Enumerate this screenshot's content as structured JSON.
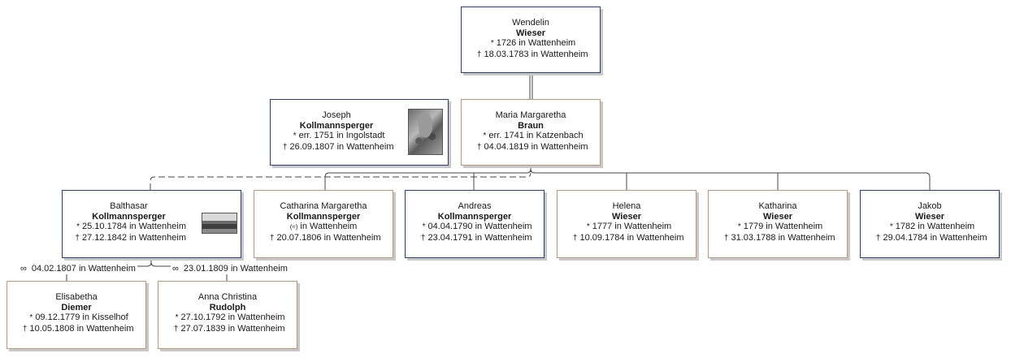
{
  "symbols": {
    "birth": "*",
    "death": "†",
    "baptism": "(≈)",
    "marriage": "∞"
  },
  "people": {
    "wendelin": {
      "given": "Wendelin",
      "surname": "Wieser",
      "birth": "1726 in Wattenheim",
      "death": "18.03.1783 in Wattenheim"
    },
    "joseph": {
      "given": "Joseph",
      "surname": "Kollmannsperger",
      "birth": "err. 1751 in Ingolstadt",
      "death": "26.09.1807 in Wattenheim"
    },
    "maria_margaretha": {
      "given": "Maria Margaretha",
      "surname": "Braun",
      "birth": "err. 1741 in Katzenbach",
      "death": "04.04.1819 in Wattenheim"
    },
    "balthasar": {
      "given": "Balthasar",
      "surname": "Kollmannsperger",
      "birth": "25.10.1784 in Wattenheim",
      "death": "27.12.1842 in Wattenheim"
    },
    "catharina_margaretha": {
      "given": "Catharina Margaretha",
      "surname": "Kollmannsperger",
      "baptism": "in Wattenheim",
      "death": "20.07.1806 in Wattenheim"
    },
    "andreas": {
      "given": "Andreas",
      "surname": "Kollmannsperger",
      "birth": "04.04.1790 in Wattenheim",
      "death": "23.04.1791 in Wattenheim"
    },
    "helena": {
      "given": "Helena",
      "surname": "Wieser",
      "birth": "1777 in Wattenheim",
      "death": "10.09.1784 in Wattenheim"
    },
    "katharina": {
      "given": "Katharina",
      "surname": "Wieser",
      "birth": "1779 in Wattenheim",
      "death": "31.03.1788 in Wattenheim"
    },
    "jakob": {
      "given": "Jakob",
      "surname": "Wieser",
      "birth": "1782 in Wattenheim",
      "death": "29.04.1784 in Wattenheim"
    },
    "elisabetha": {
      "given": "Elisabetha",
      "surname": "Diemer",
      "birth": "09.12.1779 in Kisselhof",
      "death": "10.05.1808 in Wattenheim"
    },
    "anna_christina": {
      "given": "Anna Christina",
      "surname": "Rudolph",
      "birth": "27.10.1792 in Wattenheim",
      "death": "27.07.1839 in Wattenheim"
    }
  },
  "marriages": {
    "m1": "04.02.1807 in Wattenheim",
    "m2": "23.01.1809 in Wattenheim"
  },
  "colors": {
    "male_border": "#2b3a8f",
    "female_border": "#c99270",
    "connector": "#444444"
  }
}
